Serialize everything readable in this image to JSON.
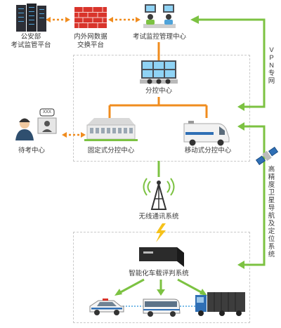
{
  "nodes": {
    "police": {
      "line1": "公安部",
      "line2": "考试监管平台"
    },
    "exchange": {
      "line1": "内外网数据",
      "line2": "交换平台"
    },
    "exam_monitor": {
      "label": "考试监控管理中心"
    },
    "branch_center": {
      "label": "分控中心"
    },
    "waiting_center": {
      "label": "待考中心"
    },
    "fixed_branch": {
      "label": "固定式分控中心"
    },
    "mobile_branch": {
      "label": "移动式分控中心"
    },
    "wireless": {
      "label": "无线通讯系统"
    },
    "vehicle_system": {
      "label": "智能化车载评判系统"
    },
    "waiting_bubble": {
      "label": "XXX"
    }
  },
  "side_labels": {
    "vpn": "VPN专网",
    "satellite": "高精度卫星导航及定位系统"
  },
  "colors": {
    "green": "#7cc242",
    "orange": "#f08c1e",
    "yellow_arrow": "#f6c21a",
    "dashed_border": "#c9c9c9"
  }
}
